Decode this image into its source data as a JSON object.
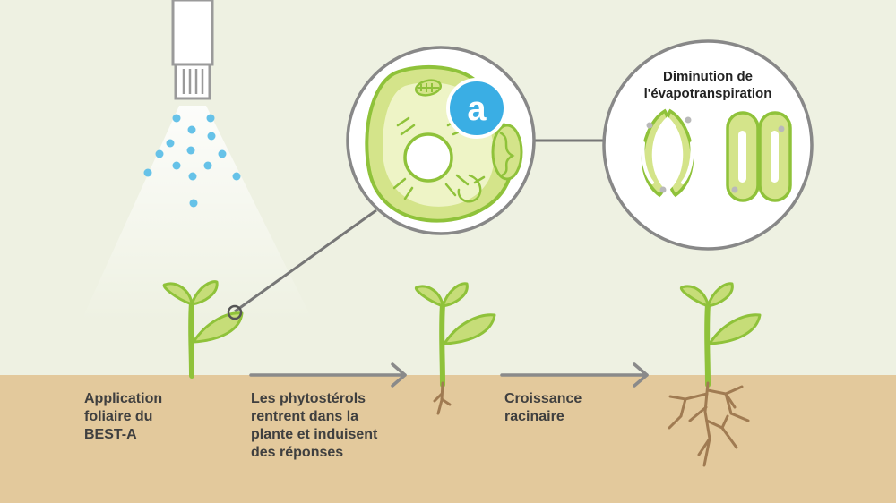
{
  "steps": [
    {
      "caption": "Application\nfoliaire du\nBEST-A"
    },
    {
      "caption": "Les phytostérols\nrentrent dans la\nplante et induisent\ndes réponses"
    },
    {
      "caption": "Croissance\nracinaire"
    }
  ],
  "cell_zoom": {
    "badge_letter": "a"
  },
  "stomata_zoom": {
    "title": "Diminution de\nl'évapotranspiration"
  },
  "colors": {
    "background": "#eef1e2",
    "soil": "#e3c99c",
    "leaf": "#c6dd78",
    "leaf_stroke": "#8fc23a",
    "stem": "#8fc23a",
    "root": "#a07b52",
    "spray_drop": "#66c2e8",
    "badge": "#3aaee4",
    "circle_stroke": "#888888",
    "arrow": "#8a8a8a",
    "text": "#3f3f3f"
  }
}
